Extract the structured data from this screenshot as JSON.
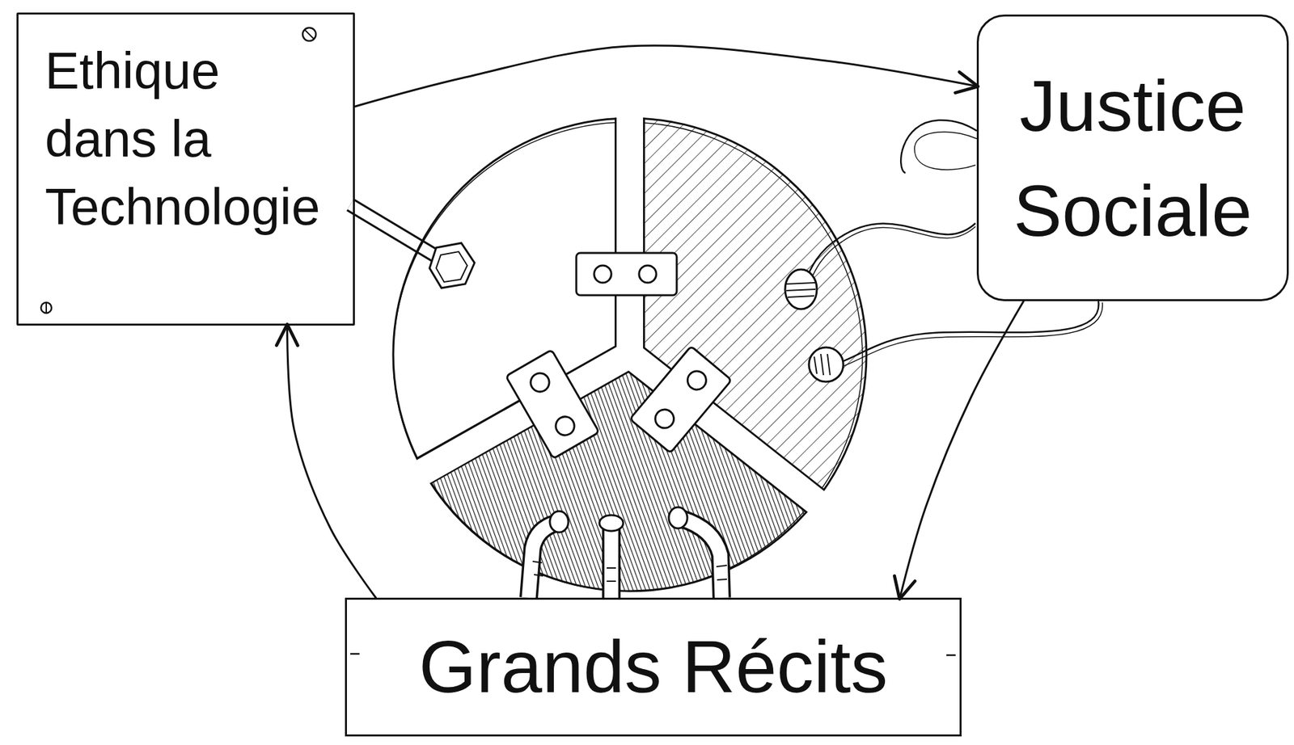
{
  "diagram": {
    "nodes": [
      {
        "text": [
          "Ethique dans la Technologie"
        ]
      },
      {
        "text": [
          "Justice Sociale"
        ]
      },
      {
        "text": [
          "Grands Récits"
        ]
      }
    ],
    "edges": [
      {
        "from": 0,
        "to": 1,
        "arrow": "to"
      },
      {
        "from": 1,
        "to": 2,
        "arrow": "to"
      },
      {
        "from": 2,
        "to": 0,
        "arrow": "to"
      }
    ]
  }
}
